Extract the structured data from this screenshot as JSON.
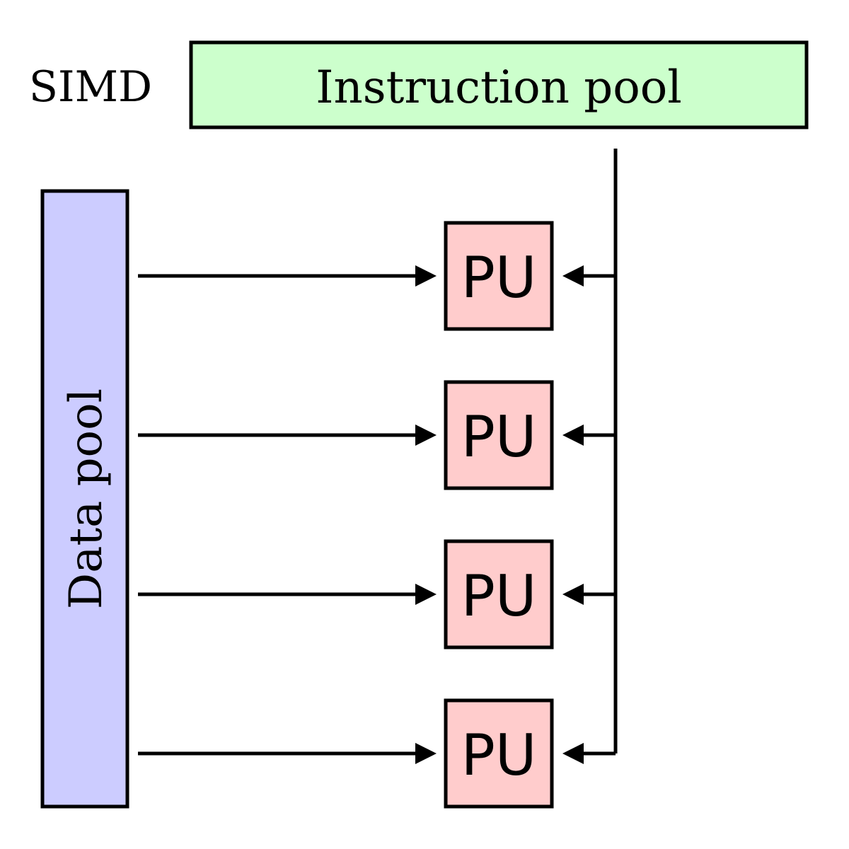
{
  "diagram": {
    "architecture_label": "SIMD",
    "instruction_pool": {
      "label": "Instruction pool",
      "fill_color": "#ccffcc"
    },
    "data_pool": {
      "label": "Data pool",
      "fill_color": "#ccccff"
    },
    "processing_units": [
      {
        "label": "PU"
      },
      {
        "label": "PU"
      },
      {
        "label": "PU"
      },
      {
        "label": "PU"
      }
    ],
    "pu_fill_color": "#ffcccc",
    "line_color": "#000000"
  }
}
